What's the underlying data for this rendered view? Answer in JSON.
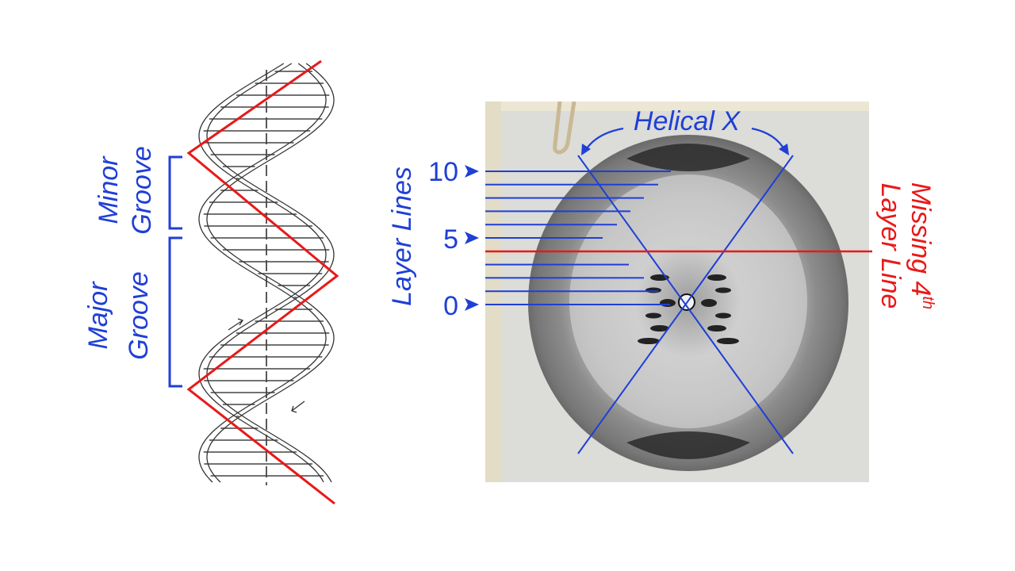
{
  "colors": {
    "blue": "#1f3fd6",
    "red": "#e81919",
    "paper": "#ece6d4"
  },
  "helix": {
    "minor_groove_top": "Minor",
    "minor_groove_bottom": "Groove",
    "major_groove_top": "Major",
    "major_groove_bottom": "Groove"
  },
  "diffraction": {
    "helical_x_label": "Helical X",
    "layer_lines_label": "Layer Lines",
    "layer_numbers": [
      "10",
      "5",
      "0"
    ],
    "missing_line_label_1": "Missing 4",
    "missing_line_superscript": "th",
    "missing_line_label_2": "Layer Line"
  }
}
